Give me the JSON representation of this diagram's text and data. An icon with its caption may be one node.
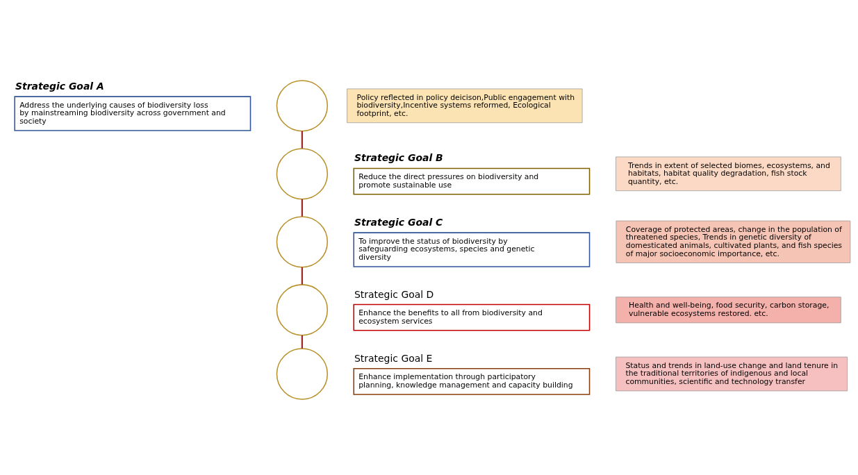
{
  "diagram": {
    "nodes": [
      {
        "text": [
          "Strategic Goal A",
          "Address the underlying causes of biodiversity loss by mainstreaming biodiversity across government and society"
        ]
      },
      {
        "text": [],
        "shape": "circle"
      },
      {
        "text": [
          "Policy reflected in policy deicison,Public engagement with biodiversity,Incentive systems reformed, Ecological footprint, etc."
        ]
      },
      {
        "text": [
          "Strategic Goal B",
          "Reduce the direct pressures on biodiversity and promote sustainable use"
        ]
      },
      {
        "text": [],
        "shape": "circle"
      },
      {
        "text": [
          "Trends in extent of selected biomes, ecosystems, and habitats, habitat quality degradation, fish stock quantity, etc."
        ]
      },
      {
        "text": [
          "Strategic Goal C",
          "To improve the status of biodiversity by safeguarding ecosystems, species and genetic diversity"
        ]
      },
      {
        "text": [],
        "shape": "circle"
      },
      {
        "text": [
          "Coverage of protected areas, change in the population of threatened species, Trends in genetic diversity of domesticated animals, cultivated plants, and fish species of major socioeconomic importance, etc."
        ]
      },
      {
        "text": [
          "Strategic Goal D",
          "Enhance the benefits to all from biodiversity and ecosystem services"
        ]
      },
      {
        "text": [],
        "shape": "circle"
      },
      {
        "text": [
          "Health and well-being, food security, carbon storage, vulnerable ecosystems restored. etc."
        ]
      },
      {
        "text": [
          "Strategic Goal E",
          "Enhance implementation through participatory planning, knowledge management and capacity building"
        ]
      },
      {
        "text": [],
        "shape": "circle"
      },
      {
        "text": [
          "Status and trends in land-use change and land tenure in the traditional territories of indigenous and local communities, scientific and technology transfer"
        ]
      }
    ],
    "edges": [
      {
        "from": 1,
        "to": 4,
        "arrow": "none"
      },
      {
        "from": 4,
        "to": 7,
        "arrow": "none"
      },
      {
        "from": 7,
        "to": 10,
        "arrow": "none"
      },
      {
        "from": 10,
        "to": 13,
        "arrow": "none"
      }
    ]
  }
}
